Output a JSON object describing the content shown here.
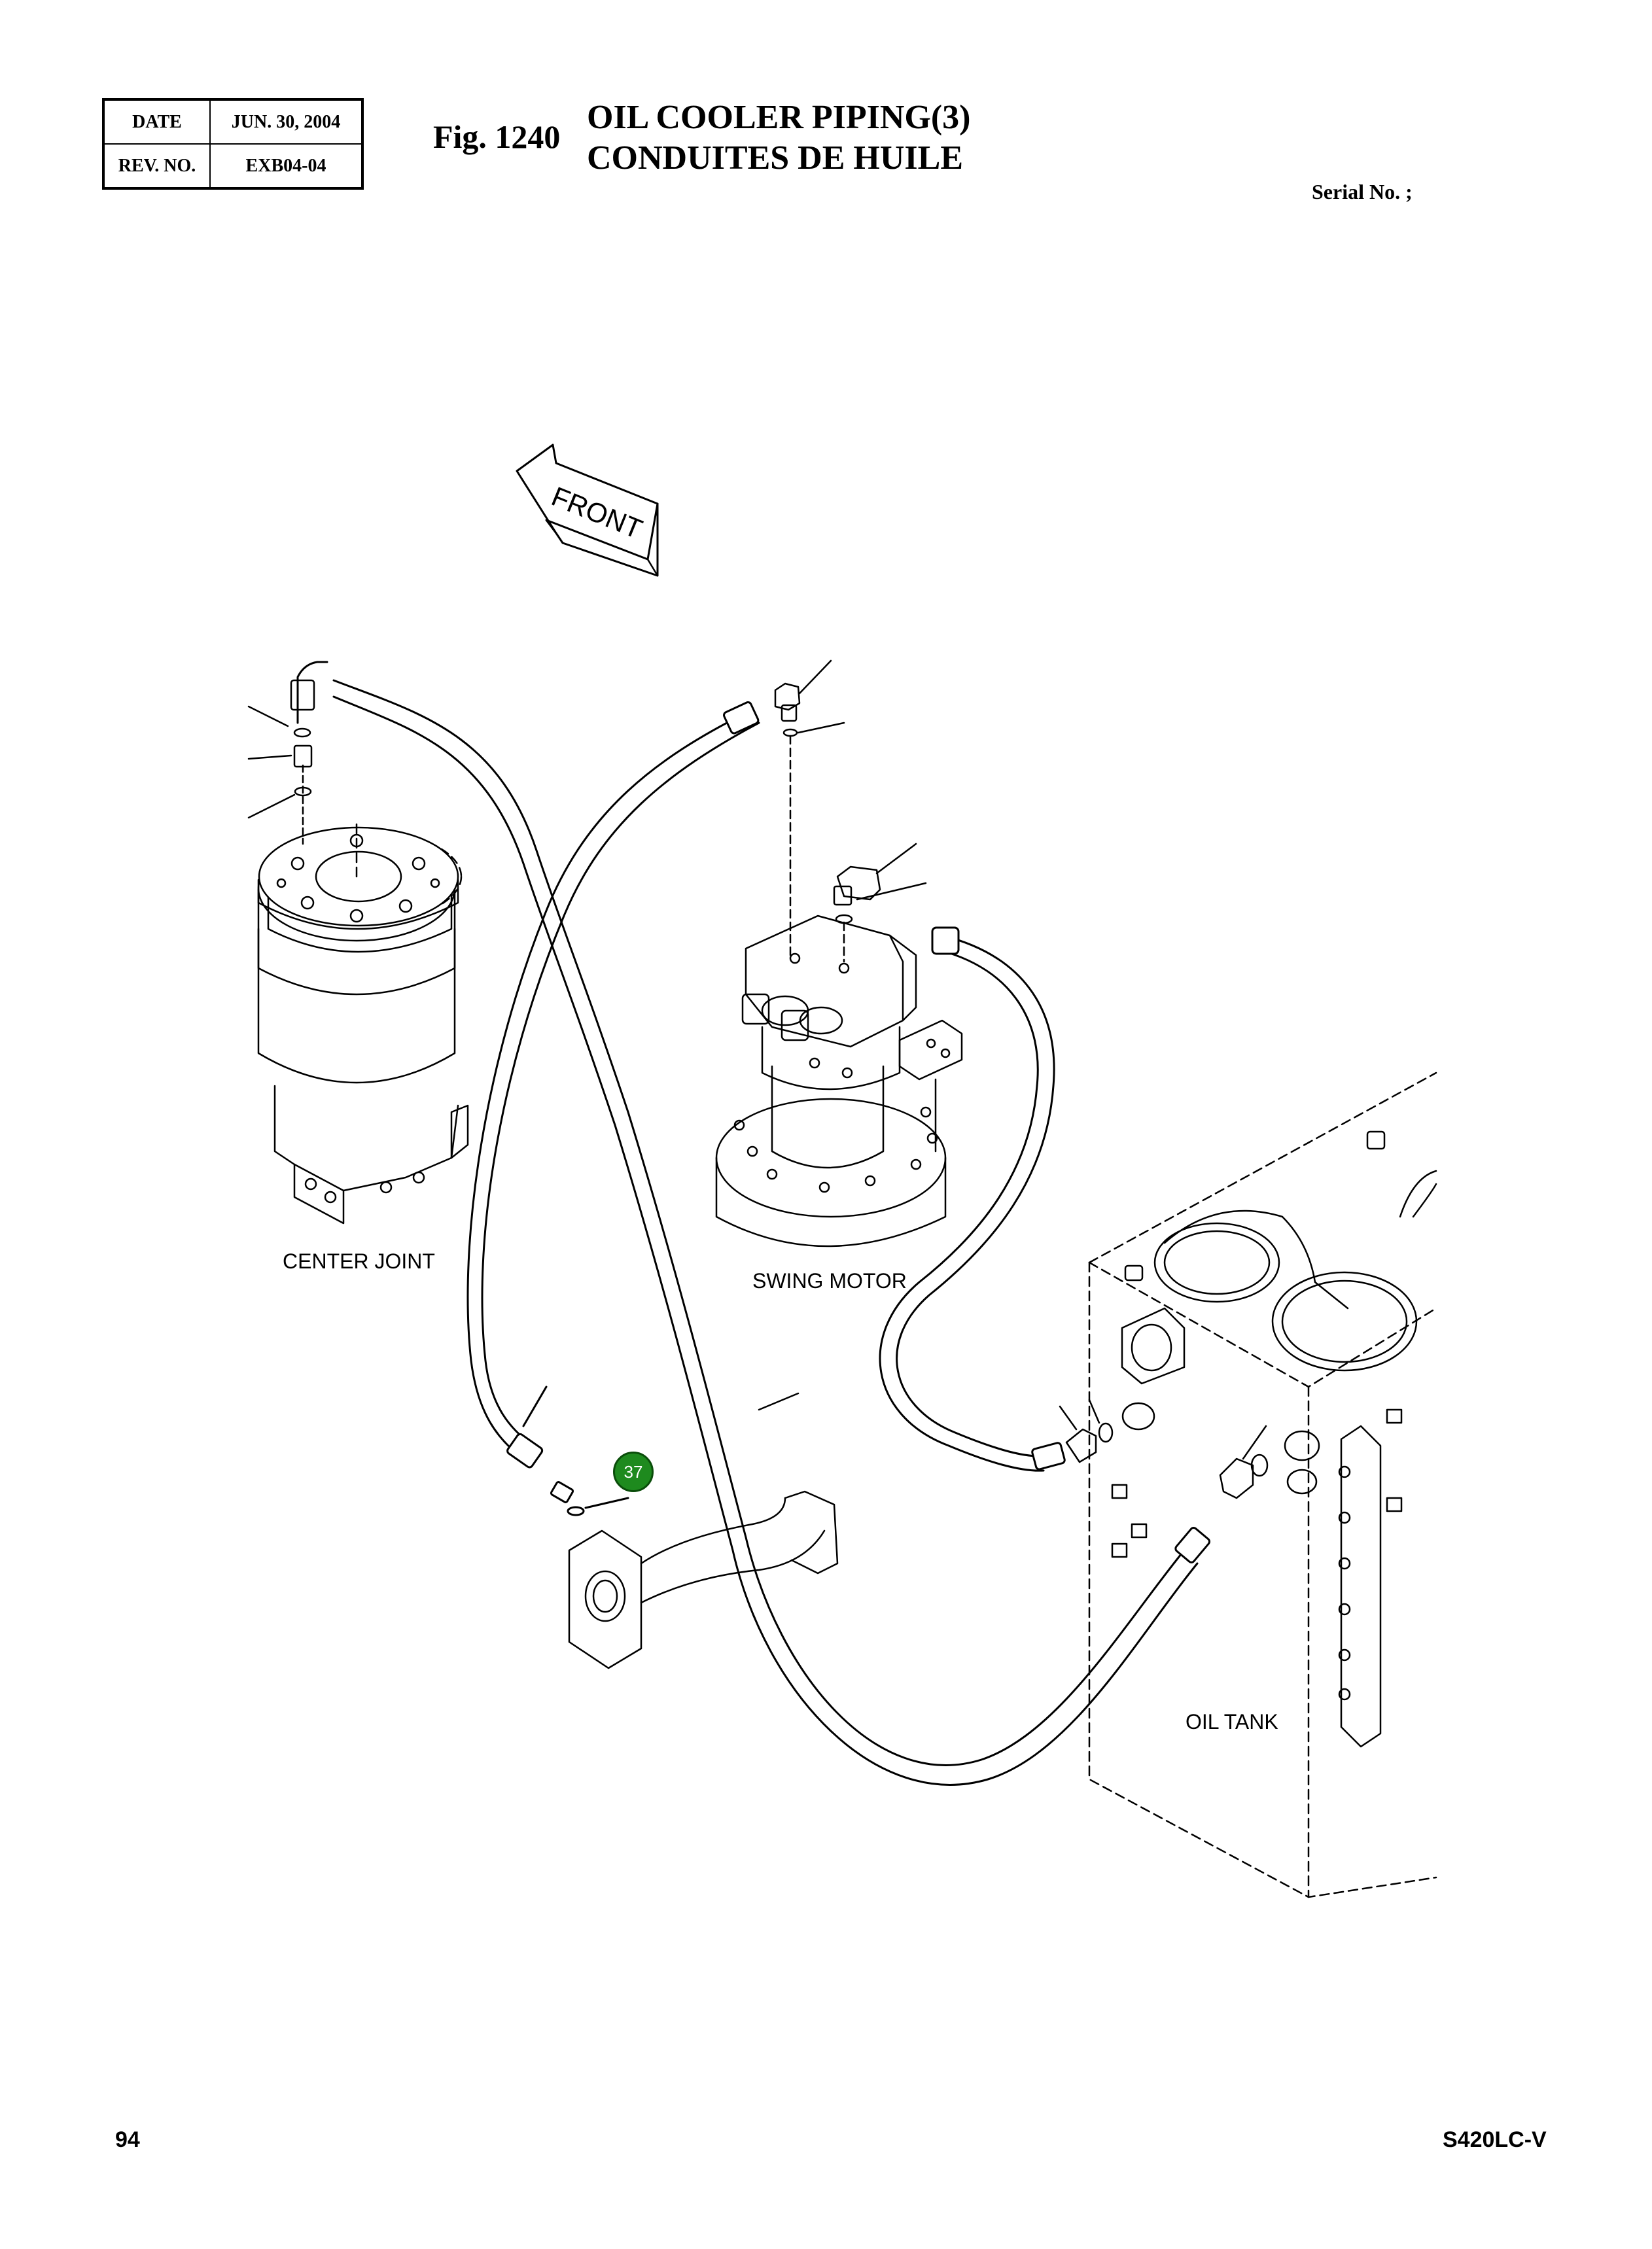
{
  "header": {
    "date_label": "DATE",
    "date_value": "JUN. 30, 2004",
    "rev_label": "REV. NO.",
    "rev_value": "EXB04-04",
    "figure_number": "Fig. 1240",
    "title_en": "OIL COOLER PIPING(3)",
    "title_fr": "CONDUITES DE HUILE",
    "serial": "Serial No. ;"
  },
  "drawing": {
    "front_arrow_label": "FRONT",
    "labels": {
      "center_joint": "CENTER JOINT",
      "swing_motor": "SWING MOTOR",
      "oil_tank": "OIL TANK"
    },
    "callouts": [
      {
        "number": "37",
        "color": "#1e8a1e"
      }
    ]
  },
  "footer": {
    "page_number": "94",
    "model": "S420LC-V"
  }
}
